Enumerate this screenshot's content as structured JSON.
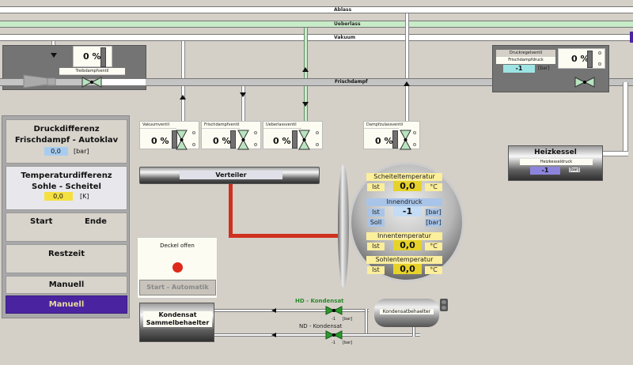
{
  "lines": {
    "ablass": "Ablass",
    "ueberlass": "Ueberlass",
    "vakuum": "Vakuum",
    "frischdampf": "Frischdampf"
  },
  "treibdampf": {
    "label": "Treibdampfventil",
    "percent": "0 %"
  },
  "druckregel": {
    "label": "Druckregelventil",
    "pressure_label": "Frischdampfdruck",
    "pressure_value": "-1",
    "unit": "[bar]",
    "percent": "0 %"
  },
  "valves": [
    {
      "label": "Vakuumventil",
      "percent": "0 %"
    },
    {
      "label": "Frischdampfventil",
      "percent": "0 %"
    },
    {
      "label": "Ueberlassventil",
      "percent": "0 %"
    },
    {
      "label": "Dampfzulassventil",
      "percent": "0 %"
    }
  ],
  "verteiler": {
    "label": "Verteiler"
  },
  "heizkessel": {
    "title": "Heizkessel",
    "label": "Heizkesseldruck",
    "value": "-1",
    "unit": "[bar]"
  },
  "left_panel": {
    "druckdiff": {
      "title1": "Druckdifferenz",
      "title2": "Frischdampf - Autoklav",
      "value": "0,0",
      "unit": "[bar]"
    },
    "tempdiff": {
      "title1": "Temperaturdifferenz",
      "title2": "Sohle - Scheitel",
      "value": "0,0",
      "unit": "[K]"
    },
    "start_label": "Start",
    "ende_label": "Ende",
    "restzeit_label": "Restzeit",
    "manuell_label": "Manuell",
    "manuell_active_label": "Manuell"
  },
  "deckel": {
    "label": "Deckel offen",
    "status_color": "#dd2a1a",
    "button": "Start - Automatik"
  },
  "autoklav": {
    "scheitel": {
      "title": "Scheiteltemperatur",
      "ist": "Ist",
      "value": "0,0",
      "unit": "°C"
    },
    "innendruck": {
      "title": "Innendruck",
      "ist": "Ist",
      "soll": "Soll",
      "value": "-1",
      "soll_value": "",
      "unit": "[bar]"
    },
    "innentemp": {
      "title": "Innentemperatur",
      "ist": "Ist",
      "value": "0,0",
      "unit": "°C"
    },
    "sohlentemp": {
      "title": "Sohlentemperatur",
      "ist": "Ist",
      "value": "0,0",
      "unit": "°C"
    }
  },
  "kondensat": {
    "sammel_line1": "Kondensat",
    "sammel_line2": "Sammelbehaelter",
    "hd_label": "HD - Kondensat",
    "hd_value": "-1",
    "hd_unit": "[bar]",
    "nd_label": "ND - Kondensat",
    "nd_value": "-1",
    "nd_unit": "[bar]",
    "behaelter_label": "Kondensatbehaelter"
  },
  "colors": {
    "accent_purple": "#4a24a0",
    "hd_green": "#2a8a2a",
    "red_pipe": "#d03020"
  }
}
